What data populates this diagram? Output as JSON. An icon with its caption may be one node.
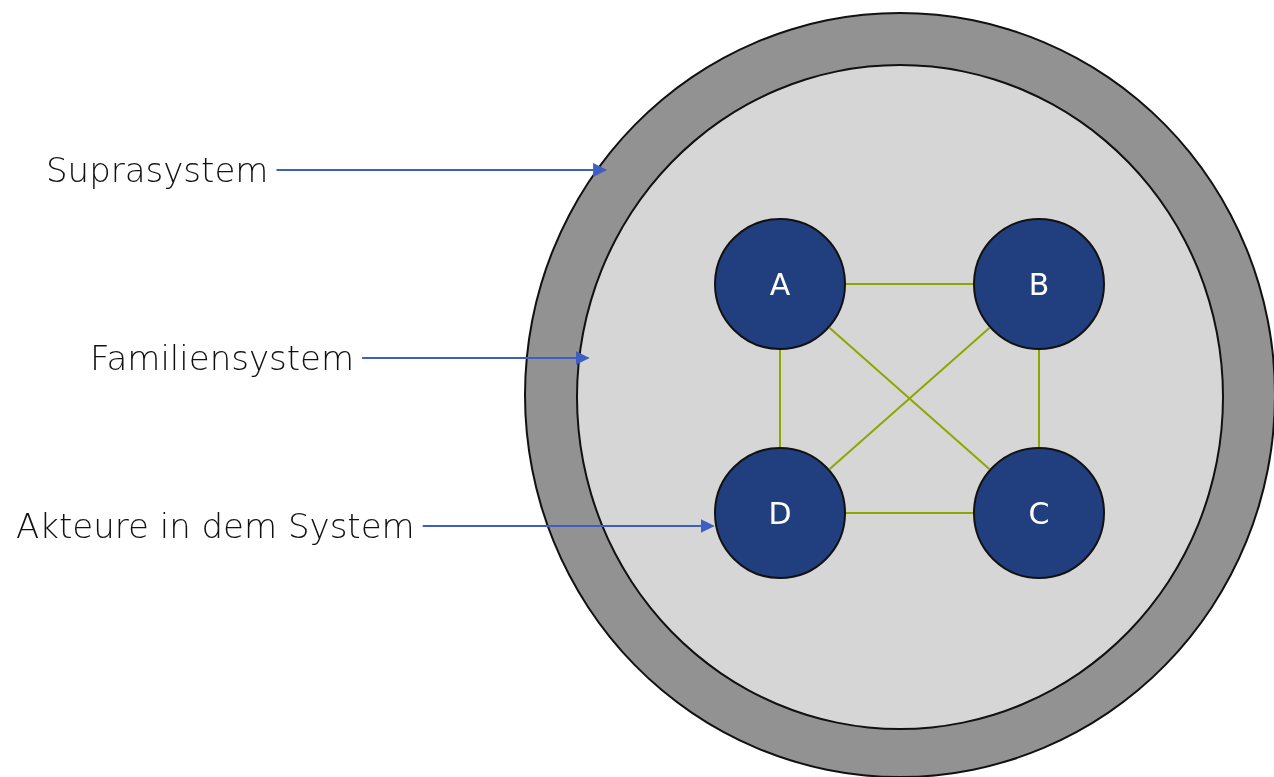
{
  "diagram": {
    "nodes": [
      {
        "text": [
          "Suprasystem"
        ]
      },
      {
        "text": [
          "Familiensystem"
        ]
      },
      {
        "text": [
          "Akteure in dem System"
        ]
      },
      {
        "text": [],
        "shape": "circle"
      },
      {
        "text": [],
        "shape": "circle",
        "in": 3
      },
      {
        "text": [
          "A"
        ],
        "in": 4
      },
      {
        "text": [
          "B"
        ],
        "in": 4
      },
      {
        "text": [
          "D"
        ],
        "in": 4
      },
      {
        "text": [
          "C"
        ],
        "in": 4
      }
    ],
    "edges": [
      {
        "from": 0,
        "to": 3,
        "arrow": "to",
        "color": "#3f5fc0"
      },
      {
        "from": 1,
        "to": 4,
        "arrow": "to",
        "color": "#3f5fc0"
      },
      {
        "from": 2,
        "to": 7,
        "arrow": "to",
        "color": "#3f5fc0"
      },
      {
        "from": 5,
        "to": 6,
        "arrow": "none"
      },
      {
        "from": 5,
        "to": 7,
        "arrow": "none"
      },
      {
        "from": 5,
        "to": 8,
        "arrow": "none"
      },
      {
        "from": 6,
        "to": 7,
        "arrow": "none"
      },
      {
        "from": 6,
        "to": 8,
        "arrow": "none"
      },
      {
        "from": 7,
        "to": 8,
        "arrow": "none"
      }
    ]
  }
}
